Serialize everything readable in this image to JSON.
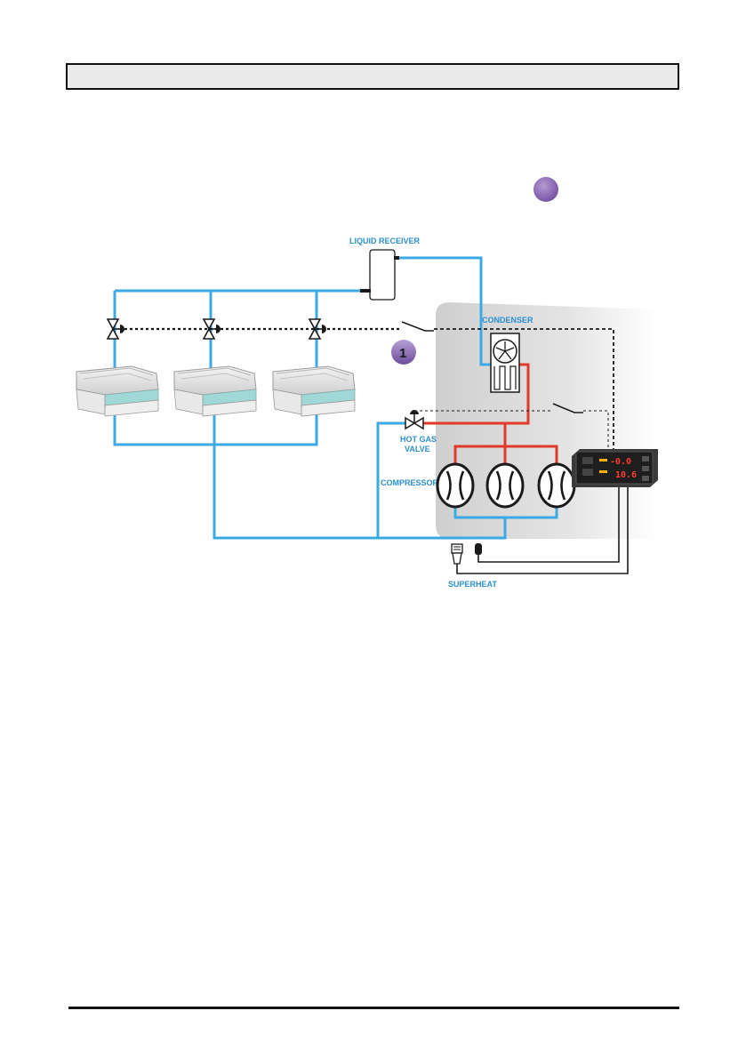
{
  "header": {
    "title": ""
  },
  "diagram": {
    "labels": {
      "liquid_receiver": "LIQUID RECEIVER",
      "condenser": "CONDENSER",
      "hot_gas_valve_line1": "HOT GAS",
      "hot_gas_valve_line2": "VALVE",
      "compressor": "COMPRESSOR",
      "superheat": "SUPERHEAT"
    },
    "callout_number": "1",
    "controller_display": {
      "top": "-0.0",
      "bottom": "10.6"
    },
    "colors": {
      "liquid_line": "#3aa9e4",
      "discharge_line": "#e23a2a",
      "signal_line": "#1a1a1a",
      "callout_badge": "#8e6bbf",
      "machine_room_bg": "#d9d9d9"
    },
    "icons": [
      "expansion-valve-icon",
      "display-case-icon",
      "condenser-fan-icon",
      "compressor-icon",
      "controller-icon",
      "pressure-sensor-icon",
      "temperature-probe-icon",
      "switch-icon"
    ]
  }
}
